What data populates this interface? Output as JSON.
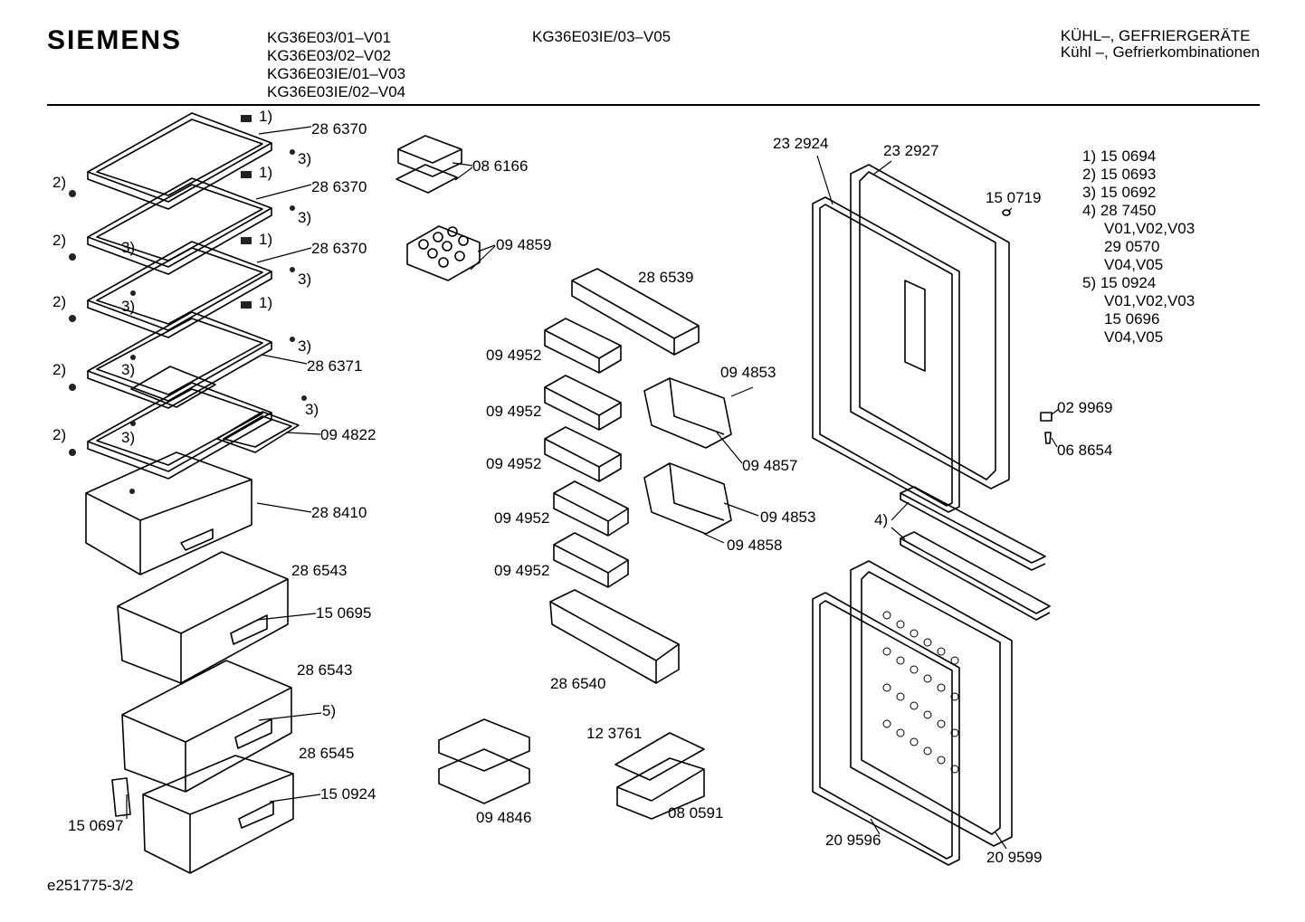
{
  "header": {
    "brand": "SIEMENS",
    "models": [
      "KG36E03/01–V01",
      "KG36E03/02–V02",
      "KG36E03IE/01–V03",
      "KG36E03IE/02–V04"
    ],
    "model_extra": "KG36E03IE/03–V05",
    "title_line1": "KÜHL–, GEFRIERGERÄTE",
    "title_line2": "Kühl –, Gefrierkombinationen"
  },
  "legend": [
    "1) 15 0694",
    "2) 15 0693",
    "3) 15 0692",
    "4) 28 7450",
    "V01,V02,V03",
    "29 0570",
    "V04,V05",
    "5) 15 0924",
    "V01,V02,V03",
    "15 0696",
    "V04,V05"
  ],
  "labels": {
    "l286370a": "28 6370",
    "l286370b": "28 6370",
    "l286370c": "28 6370",
    "l286371": "28 6371",
    "l094822": "09 4822",
    "l288410": "28 8410",
    "l286543a": "28 6543",
    "l150695": "15 0695",
    "l286543b": "28 6543",
    "l5": "5)",
    "l286545": "28 6545",
    "l150924": "15 0924",
    "l150697": "15 0697",
    "l086166": "08 6166",
    "l094859": "09 4859",
    "l286539": "28 6539",
    "l094952a": "09 4952",
    "l094952b": "09 4952",
    "l094952c": "09 4952",
    "l094952d": "09 4952",
    "l094952e": "09 4952",
    "l094853a": "09 4853",
    "l094857": "09 4857",
    "l094853b": "09 4853",
    "l094858": "09 4858",
    "l286540": "28 6540",
    "l094846": "09 4846",
    "l123761": "12 3761",
    "l080591": "08 0591",
    "l232924": "23 2924",
    "l232927": "23 2927",
    "l150719": "15 0719",
    "l029969": "02 9969",
    "l068654": "06 8654",
    "l4": "4)",
    "l209596": "20 9596",
    "l209599": "20 9599",
    "m1a": "1)",
    "m1b": "1)",
    "m1c": "1)",
    "m1d": "1)",
    "m2a": "2)",
    "m2b": "2)",
    "m2c": "2)",
    "m2d": "2)",
    "m2e": "2)",
    "m3a": "3)",
    "m3b": "3)",
    "m3c": "3)",
    "m3d": "3)",
    "m3e": "3)",
    "m3f": "3)",
    "m3g": "3)",
    "m3h": "3)",
    "m3i": "3)"
  },
  "footer_code": "e251775-3/2"
}
